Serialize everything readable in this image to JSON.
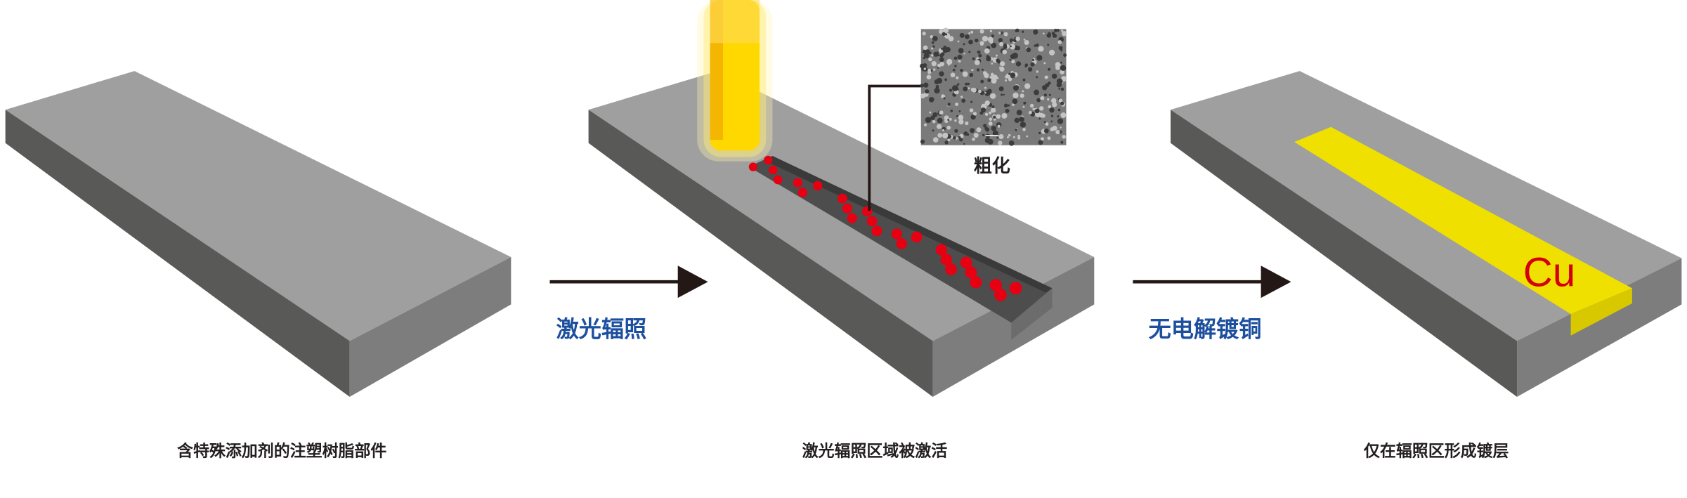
{
  "stages": [
    {
      "caption": "含特殊添加剂的注塑树脂部件"
    },
    {
      "caption": "激光辐照区域被激活",
      "inset_label": "粗化"
    },
    {
      "caption": "仅在辐照区形成镀层",
      "metal_label": "Cu"
    }
  ],
  "arrows": [
    {
      "label": "激光辐照"
    },
    {
      "label": "无电解镀铜"
    }
  ],
  "colors": {
    "top_face": "#9f9f9f",
    "left_face": "#595958",
    "right_face": "#7d7d7d",
    "laser": "#ffe100",
    "particles": "#e60012",
    "copper_layer": "#f0e000",
    "step_text": "#1d4f9f",
    "cu_text": "#d40010"
  }
}
